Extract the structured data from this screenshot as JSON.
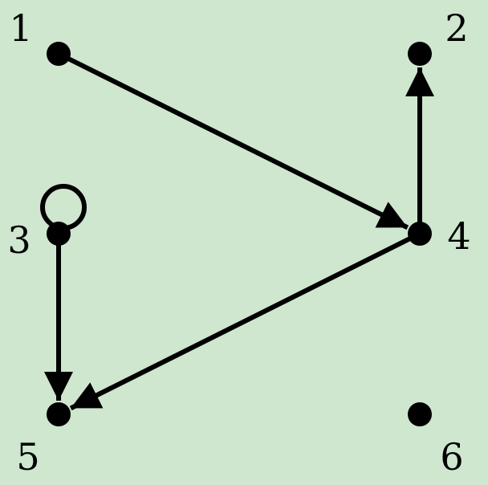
{
  "colors": {
    "background": "#cfe6cf",
    "ink": "#000000"
  },
  "graph": {
    "nodes": [
      {
        "id": "1",
        "label": "1"
      },
      {
        "id": "2",
        "label": "2"
      },
      {
        "id": "3",
        "label": "3"
      },
      {
        "id": "4",
        "label": "4"
      },
      {
        "id": "5",
        "label": "5"
      },
      {
        "id": "6",
        "label": "6"
      }
    ],
    "edges": [
      {
        "from": "1",
        "to": "4"
      },
      {
        "from": "4",
        "to": "2"
      },
      {
        "from": "4",
        "to": "5"
      },
      {
        "from": "3",
        "to": "5"
      },
      {
        "from": "3",
        "to": "3"
      }
    ]
  }
}
